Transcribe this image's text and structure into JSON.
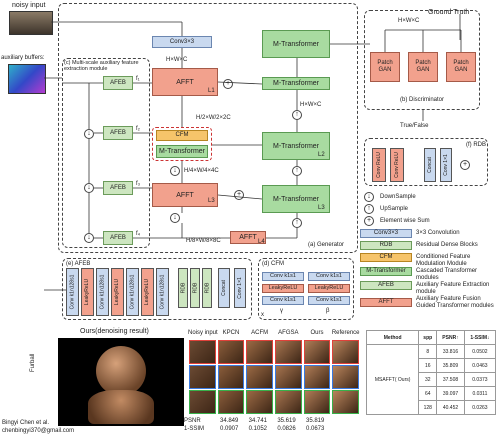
{
  "top": {
    "noisy_input": "noisy input",
    "aux_buffers": "auxiliary buffers:",
    "ground_truth": "Ground Truth"
  },
  "modules": {
    "c_title": "(c) Multi-scale auxiliary feature extraction module",
    "afeb": "AFEB",
    "f1": "f₁",
    "f2": "f₂",
    "f3": "f₃",
    "f4": "f₄",
    "conv3": "Conv3×3",
    "hwc": "H×W×C",
    "afft": "AFFT",
    "mt": "M-Transformer",
    "cfm": "CFM",
    "L1": "L1",
    "L2": "L2",
    "L3": "L3",
    "L4": "L4",
    "dim2c": "H/2×W/2×2C",
    "dim4c": "H/4×W/4×4C",
    "dim8c": "H/8×W/8×8C",
    "generator": "(a) Generator"
  },
  "discriminator": {
    "hwc": "H×W×C",
    "patch_gan": "Patch GAN",
    "title": "(b) Discriminator",
    "true_false": "True/False"
  },
  "rdb": {
    "title": "(f) RDB",
    "items": [
      "Conv ReLU",
      "Conv ReLU",
      "Concat",
      "Conv 1×1"
    ]
  },
  "legend": [
    {
      "text": "DownSample"
    },
    {
      "text": "UpSample"
    },
    {
      "text": "Element wise Sum"
    },
    {
      "swatch": "Conv3×3",
      "text": "3×3 Convolution"
    },
    {
      "swatch": "RDB",
      "text": "Residual Dense Blocks"
    },
    {
      "swatch": "CFM",
      "text": "Conditioned Feature Modulation Module"
    },
    {
      "swatch": "M-Transformer",
      "text": "Cascaded Transformer modules"
    },
    {
      "swatch": "AFEB",
      "text": "Auxiliary Feature Extraction module"
    },
    {
      "swatch": "AFFT",
      "text": "Auxiliary Feature Fusion Guided Transformer modules"
    }
  ],
  "afeb_detail": {
    "title": "(e) AFEB",
    "convs": [
      "Conv k1n128s1",
      "LeakyReLU",
      "Conv k1n128s1",
      "LeakyReLU",
      "Conv k1n128s1",
      "LeakyReLU",
      "Conv k1n128s1"
    ],
    "rdbs": [
      "RDB",
      "RDB",
      "RDB"
    ],
    "concat": "Concat",
    "conv1x1": "Conv 1×1"
  },
  "cfm_detail": {
    "title": "(d) CFM",
    "col1": [
      "Conv k1s1",
      "LeakyReLU",
      "Conv k1s1"
    ],
    "col2": [
      "Conv k1s1",
      "LeakyReLU",
      "Conv k1s1"
    ],
    "x": "x",
    "gamma": "γ",
    "beta": "β"
  },
  "results": {
    "ours_label": "Ours(denoising result)",
    "scene": "Furball",
    "methods": [
      "Noisy input",
      "KPCN",
      "ACFM",
      "AFGSA",
      "Ours",
      "Reference"
    ],
    "psnr_label": "PSNR",
    "ssim_label": "1-SSIM",
    "psnr": [
      "34.849",
      "34.741",
      "35.619",
      "35.819"
    ],
    "ssim": [
      "0.0907",
      "0.1052",
      "0.0826",
      "0.0673"
    ]
  },
  "table": {
    "headers": [
      "Method",
      "spp",
      "PSNR↑",
      "1-SSIM↓"
    ],
    "method": "MSAFFT( Ours)",
    "rows": [
      [
        "8",
        "33.816",
        "0.0502"
      ],
      [
        "16",
        "35.809",
        "0.0463"
      ],
      [
        "32",
        "37.508",
        "0.0373"
      ],
      [
        "64",
        "39.097",
        "0.0311"
      ],
      [
        "128",
        "40.452",
        "0.0263"
      ]
    ]
  },
  "author": {
    "name": "Bingyi Chen et al.",
    "email": "chenbingyi370@gmail.com"
  }
}
